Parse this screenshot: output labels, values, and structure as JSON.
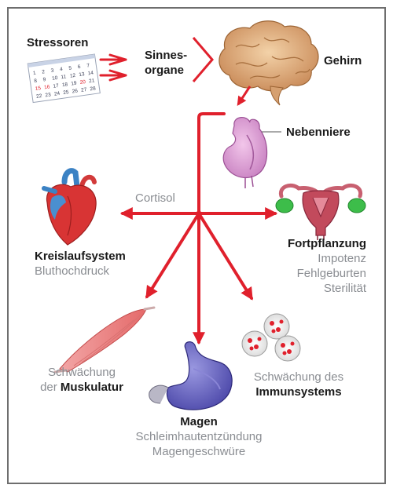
{
  "stressoren": "Stressoren",
  "sinnesorgane": [
    "Sinnes-",
    "organe"
  ],
  "gehirn": "Gehirn",
  "nebenniere": "Nebenniere",
  "cortisol": "Cortisol",
  "kreislauf": {
    "title": "Kreislaufsystem",
    "effects": [
      "Bluthochdruck"
    ]
  },
  "fortpflanzung": {
    "title": "Fortpflanzung",
    "effects": [
      "Impotenz",
      "Fehlgeburten",
      "Sterilität"
    ]
  },
  "muskulatur": {
    "line1": "Schwächung",
    "line2_prefix": "der",
    "line2_bold": "Muskulatur"
  },
  "immun": {
    "line1": "Schwächung des",
    "line2": "Immunsystems"
  },
  "magen": {
    "title": "Magen",
    "effects": [
      "Schleimhautentzündung",
      "Magengeschwüre"
    ]
  },
  "calendar_days": [
    "1",
    "2",
    "3",
    "4",
    "5",
    "6",
    "7",
    "8",
    "9",
    "10",
    "11",
    "12",
    "13",
    "14",
    "15",
    "16",
    "17",
    "18",
    "19",
    "20",
    "21",
    "22",
    "23",
    "24",
    "25",
    "26",
    "27",
    "28"
  ],
  "colors": {
    "arrow": "#e0202c",
    "muted": "#8a8d92",
    "dark": "#1a1a1a",
    "frame": "#6e6e6e"
  }
}
